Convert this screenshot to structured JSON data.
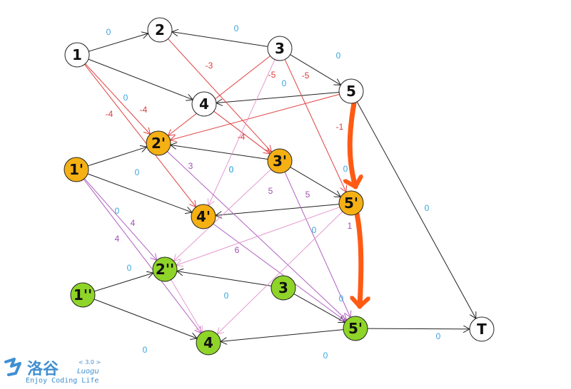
{
  "colors": {
    "white": "#ffffff",
    "orange": "#f5b014",
    "green": "#8fd428",
    "black_edge": "#222222",
    "red_edge": "#e04040",
    "purple_edge": "#b060c0",
    "pink_edge": "#e49ad0",
    "label_blue": "#3aa6dd",
    "label_red": "#dd3b3b",
    "label_purple": "#a050b0",
    "highlight": "#ff5a14"
  },
  "nodes": [
    {
      "id": "n1",
      "label": "1",
      "fill": "white"
    },
    {
      "id": "n2",
      "label": "2",
      "fill": "white"
    },
    {
      "id": "n3",
      "label": "3",
      "fill": "white"
    },
    {
      "id": "n4",
      "label": "4",
      "fill": "white"
    },
    {
      "id": "n5",
      "label": "5",
      "fill": "white"
    },
    {
      "id": "n1p",
      "label": "1'",
      "fill": "orange"
    },
    {
      "id": "n2p",
      "label": "2'",
      "fill": "orange"
    },
    {
      "id": "n3p",
      "label": "3'",
      "fill": "orange"
    },
    {
      "id": "n4p",
      "label": "4'",
      "fill": "orange"
    },
    {
      "id": "n5p",
      "label": "5'",
      "fill": "orange"
    },
    {
      "id": "n1pp",
      "label": "1''",
      "fill": "green"
    },
    {
      "id": "n2pp",
      "label": "2''",
      "fill": "green"
    },
    {
      "id": "n3pp",
      "label": "3",
      "fill": "green"
    },
    {
      "id": "n4pp",
      "label": "4",
      "fill": "green"
    },
    {
      "id": "n5pp",
      "label": "5'",
      "fill": "green"
    },
    {
      "id": "nT",
      "label": "T",
      "fill": "white"
    }
  ],
  "edge_labels": [
    {
      "text": "0",
      "color": "label_blue"
    },
    {
      "text": "0",
      "color": "label_blue"
    },
    {
      "text": "0",
      "color": "label_blue"
    },
    {
      "text": "0",
      "color": "label_blue"
    },
    {
      "text": "0",
      "color": "label_blue"
    },
    {
      "text": "0",
      "color": "label_blue"
    },
    {
      "text": "0",
      "color": "label_blue"
    },
    {
      "text": "0",
      "color": "label_blue"
    },
    {
      "text": "0",
      "color": "label_blue"
    },
    {
      "text": "0",
      "color": "label_blue"
    },
    {
      "text": "0",
      "color": "label_blue"
    },
    {
      "text": "0",
      "color": "label_blue"
    },
    {
      "text": "0",
      "color": "label_blue"
    },
    {
      "text": "0",
      "color": "label_blue"
    },
    {
      "text": "0",
      "color": "label_blue"
    },
    {
      "text": "0",
      "color": "label_blue"
    },
    {
      "text": "0",
      "color": "label_blue"
    },
    {
      "text": "0",
      "color": "label_blue"
    },
    {
      "text": "1",
      "color": "label_purple"
    },
    {
      "text": "-3",
      "color": "label_red"
    },
    {
      "text": "-5",
      "color": "label_red"
    },
    {
      "text": "-5",
      "color": "label_red"
    },
    {
      "text": "-4",
      "color": "label_red"
    },
    {
      "text": "-4",
      "color": "label_red"
    },
    {
      "text": "-4",
      "color": "label_red"
    },
    {
      "text": "-1",
      "color": "label_red"
    },
    {
      "text": "3",
      "color": "label_purple"
    },
    {
      "text": "5",
      "color": "label_purple"
    },
    {
      "text": "5",
      "color": "label_purple"
    },
    {
      "text": "4",
      "color": "label_purple"
    },
    {
      "text": "4",
      "color": "label_purple"
    },
    {
      "text": "6",
      "color": "label_purple"
    }
  ],
  "watermark": {
    "title": "洛谷",
    "version": "< 3.0 >",
    "name": "Luogu",
    "slogan": "Enjoy Coding Life"
  }
}
